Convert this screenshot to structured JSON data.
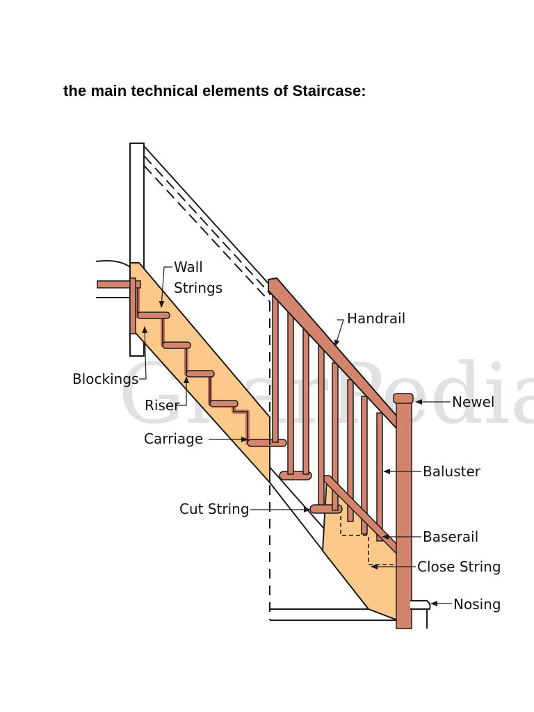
{
  "title": "the main technical elements of Staircase:",
  "watermark": "GharPedia",
  "colors": {
    "wood_light": "#fcc98a",
    "wood_dark": "#d4836d",
    "outline": "#1a1a1a"
  },
  "labels": {
    "wall_strings_line1": "Wall",
    "wall_strings_line2": "Strings",
    "handrail": "Handrail",
    "newel": "Newel",
    "blockings": "Blockings",
    "riser": "Riser",
    "carriage": "Carriage",
    "baluster": "Baluster",
    "cut_string": "Cut String",
    "baserail": "Baserail",
    "close_string": "Close String",
    "nosing": "Nosing"
  }
}
